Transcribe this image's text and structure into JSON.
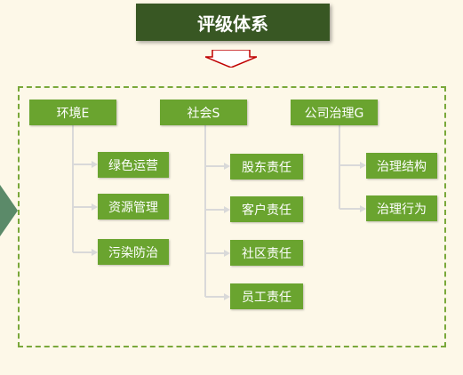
{
  "title": "评级体系",
  "colors": {
    "title_bg": "#385723",
    "node_bg": "#6aa42f",
    "frame_border": "#7aa83a",
    "connector": "#d9d9d9",
    "arrow": "#c00000",
    "background": "#fdf8e8"
  },
  "categories": [
    {
      "label": "环境E",
      "items": [
        "绿色运营",
        "资源管理",
        "污染防治"
      ]
    },
    {
      "label": "社会S",
      "items": [
        "股东责任",
        "客户责任",
        "社区责任",
        "员工责任"
      ]
    },
    {
      "label": "公司治理G",
      "items": [
        "治理结构",
        "治理行为"
      ]
    }
  ]
}
